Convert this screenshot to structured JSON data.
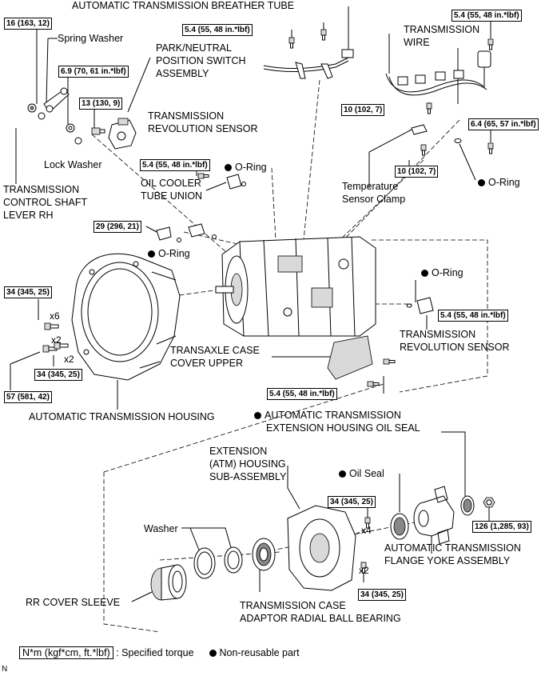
{
  "labels": {
    "breather_tube": "AUTOMATIC TRANSMISSION BREATHER TUBE",
    "spring_washer": "Spring Washer",
    "park_switch_1": "PARK/NEUTRAL",
    "park_switch_2": "POSITION SWITCH",
    "park_switch_3": "ASSEMBLY",
    "trans_wire_1": "TRANSMISSION",
    "trans_wire_2": "WIRE",
    "rev_sensor_top_1": "TRANSMISSION",
    "rev_sensor_top_2": "REVOLUTION SENSOR",
    "lock_washer": "Lock Washer",
    "lever_1": "TRANSMISSION",
    "lever_2": "CONTROL SHAFT",
    "lever_3": "LEVER RH",
    "oil_cooler_1": "OIL COOLER",
    "oil_cooler_2": "TUBE UNION",
    "o_ring": "O-Ring",
    "temp_clamp_1": "Temperature",
    "temp_clamp_2": "Sensor Clamp",
    "rev_sensor_right_1": "TRANSMISSION",
    "rev_sensor_right_2": "REVOLUTION SENSOR",
    "case_cover_1": "TRANSAXLE CASE",
    "case_cover_2": "COVER UPPER",
    "housing": "AUTOMATIC TRANSMISSION HOUSING",
    "ext_seal_1": "AUTOMATIC TRANSMISSION",
    "ext_seal_2": "EXTENSION HOUSING OIL SEAL",
    "extension_1": "EXTENSION",
    "extension_2": "(ATM) HOUSING",
    "extension_3": "SUB-ASSEMBLY",
    "oil_seal": "Oil Seal",
    "washer": "Washer",
    "flange_1": "AUTOMATIC TRANSMISSION",
    "flange_2": "FLANGE YOKE ASSEMBLY",
    "sleeve": "RR COVER SLEEVE",
    "bearing_1": "TRANSMISSION CASE",
    "bearing_2": "ADAPTOR RADIAL BALL BEARING"
  },
  "torques": {
    "t_16": "16 (163, 12)",
    "t_54_breather": "5.4 (55, 48 in.*lbf)",
    "t_54_wire": "5.4 (55, 48 in.*lbf)",
    "t_69": "6.9 (70, 61 in.*lbf)",
    "t_13": "13 (130, 9)",
    "t_10_a": "10 (102, 7)",
    "t_10_b": "10 (102, 7)",
    "t_64": "6.4 (65, 57 in.*lbf)",
    "t_54_cooler": "5.4 (55, 48 in.*lbf)",
    "t_29": "29 (296, 21)",
    "t_34_a": "34 (345, 25)",
    "t_34_b": "34 (345, 25)",
    "t_57": "57 (581, 42)",
    "t_54_sensor": "5.4 (55, 48 in.*lbf)",
    "t_54_cover": "5.4 (55, 48 in.*lbf)",
    "t_34_c": "34 (345, 25)",
    "t_34_d": "34 (345, 25)",
    "t_126": "126 (1,285, 93)"
  },
  "quantities": {
    "x6": "x6",
    "x2_a": "x2",
    "x2_b": "x2",
    "x4": "x4",
    "x2_c": "x2"
  },
  "legend": {
    "unit": "N*m (kgf*cm, ft.*lbf)",
    "specified": ": Specified torque",
    "non_reusable": "Non-reusable part"
  },
  "footer_code": "N"
}
